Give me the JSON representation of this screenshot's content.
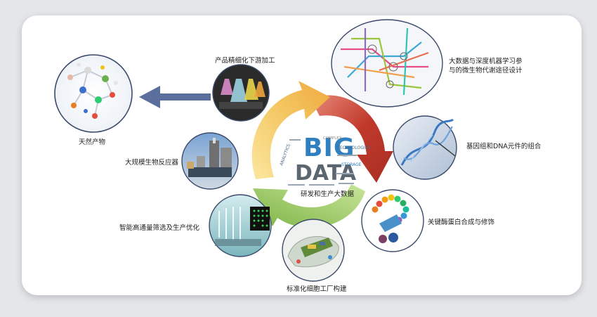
{
  "center": {
    "big": "BIG",
    "data": "DATA",
    "cloud_words": [
      "TECHNOLOGIES",
      "STORAGE",
      "ANALYTICS",
      "COMPLEX"
    ],
    "caption": "研发和生产大数据"
  },
  "nodes": [
    {
      "id": "natural-products",
      "label": "天然产物"
    },
    {
      "id": "downstream-processing",
      "label": "产品精细化下游加工"
    },
    {
      "id": "ml-pathway-design",
      "label": "大数据与深度机器学习参与的微生物代谢途径设计"
    },
    {
      "id": "genome-dna-assembly",
      "label": "基因组和DNA元件的组合"
    },
    {
      "id": "enzyme-synthesis",
      "label": "关键酶蛋白合成与修饰"
    },
    {
      "id": "cell-factory",
      "label": "标准化细胞工厂构建"
    },
    {
      "id": "hts-optimization",
      "label": "智能高通量筛选及生产优化"
    },
    {
      "id": "bioreactor",
      "label": "大规模生物反应器"
    }
  ],
  "colors": {
    "arrow_red": "#c0392b",
    "arrow_yellow": "#f3c35c",
    "arrow_green": "#8fc25a",
    "pointer_blue": "#5a6f9c",
    "node_border": "#3b4a6b"
  }
}
